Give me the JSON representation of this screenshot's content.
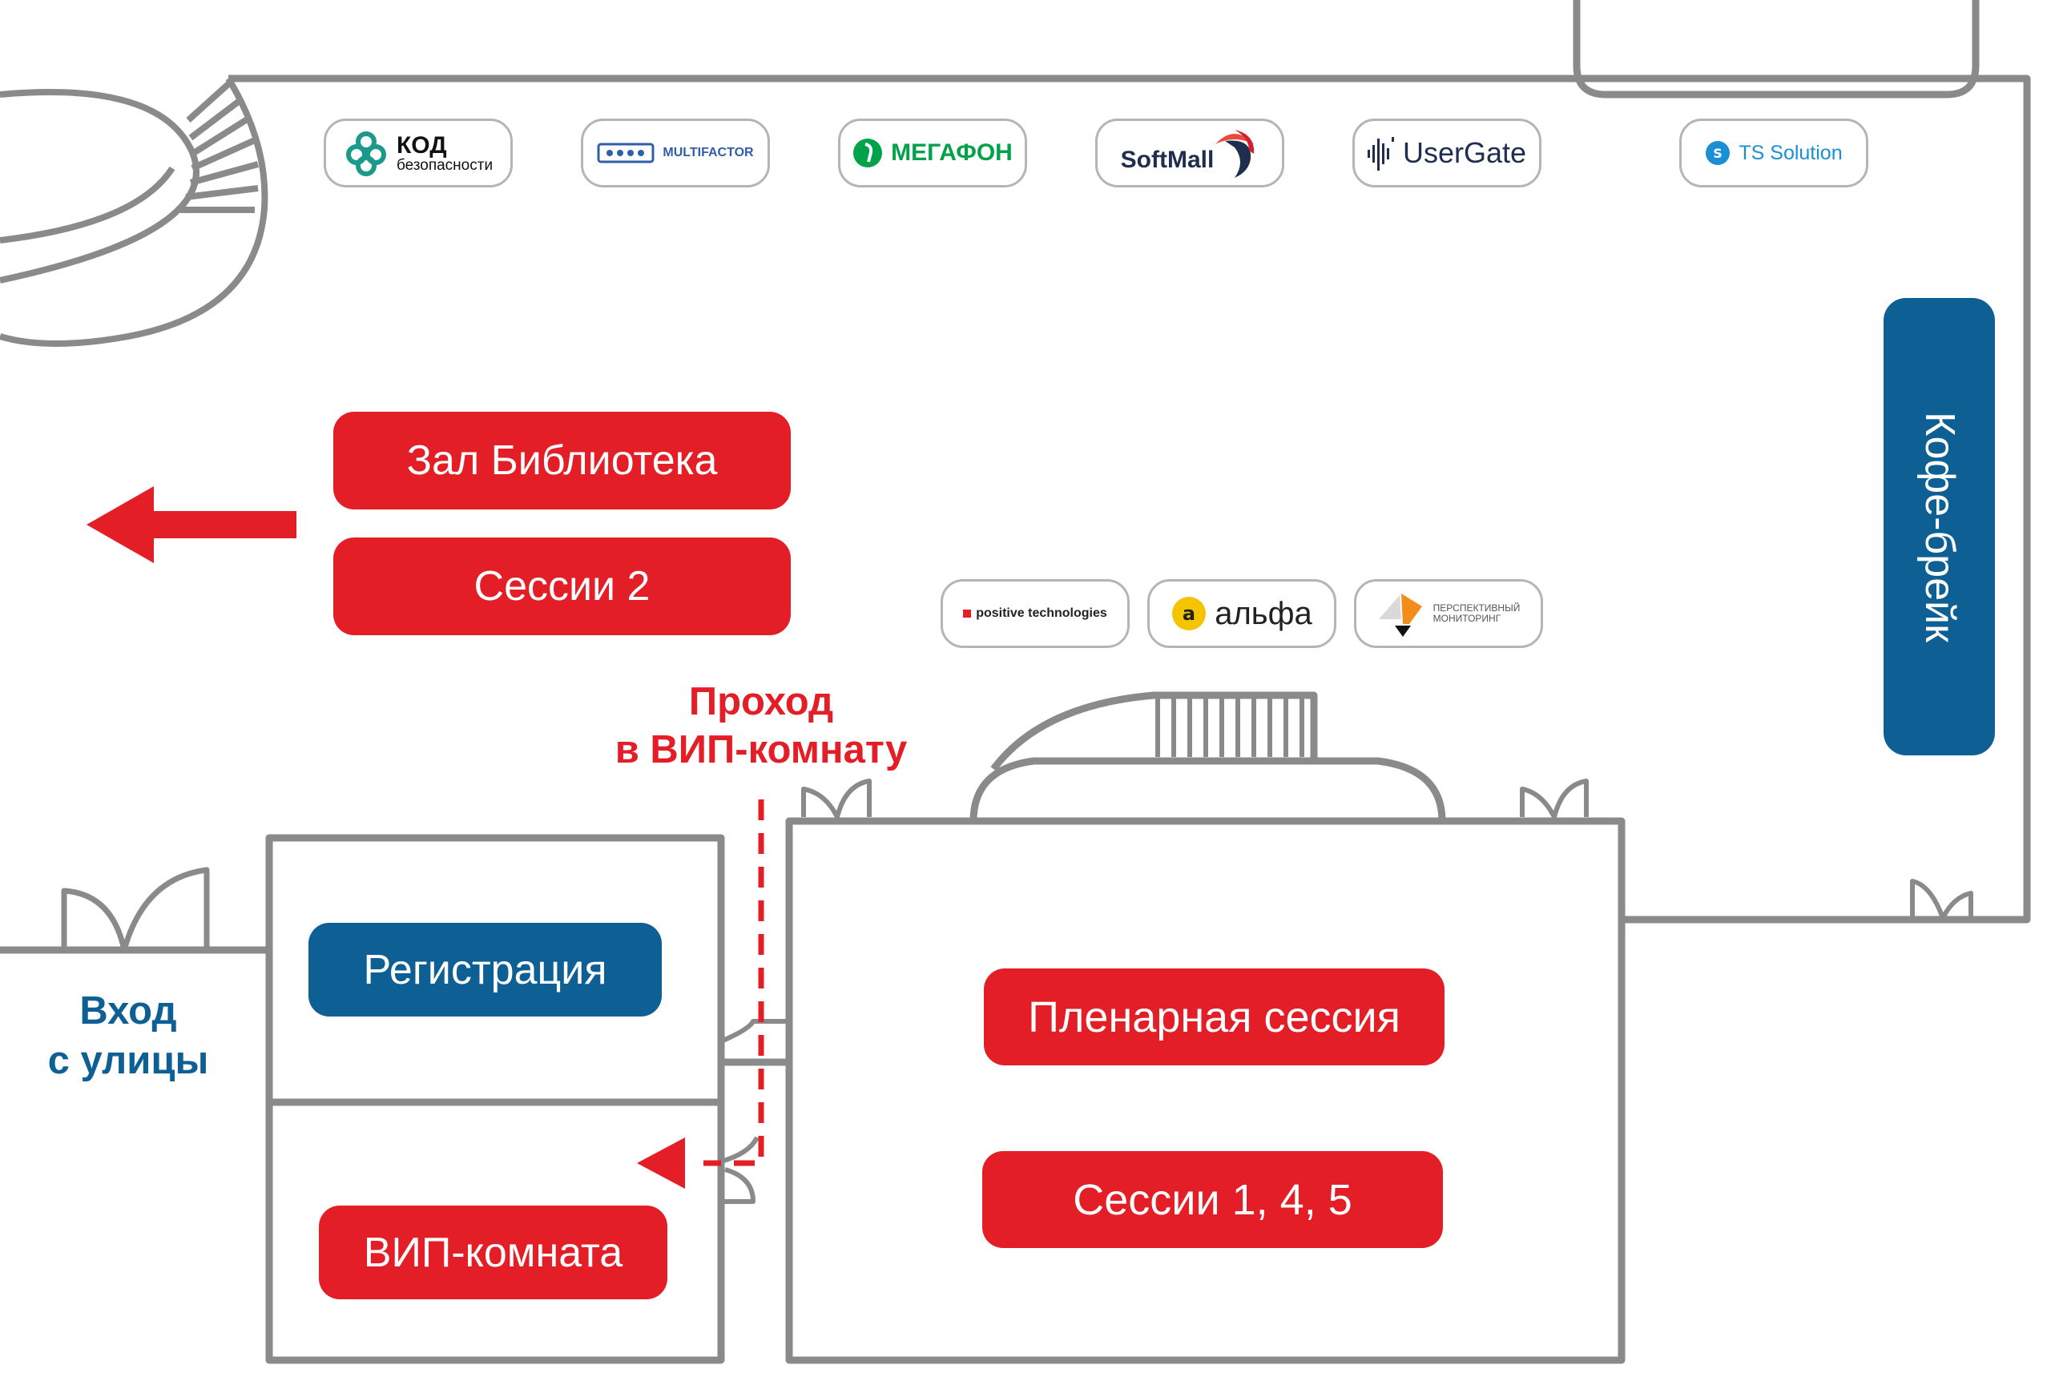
{
  "colors": {
    "red": "#e41e26",
    "blue": "#0e5f93",
    "wall": "#8a8a8a"
  },
  "sponsors": [
    {
      "name": "kod-bezopasnosti",
      "line1": "КОД",
      "line2": "безопасности",
      "icon": "clover-icon",
      "color": "#1a9a8a"
    },
    {
      "name": "multifactor",
      "text": "MULTIFACTOR",
      "icon": "password-dots-icon",
      "color": "#2f5fa8"
    },
    {
      "name": "megafon",
      "text": "МЕГАФОН",
      "icon": "megafon-leaf-icon",
      "color": "#00a34a"
    },
    {
      "name": "softmall",
      "text": "SoftMall",
      "icon": "ribbon-icon",
      "color": "#1f2d4f"
    },
    {
      "name": "usergate",
      "text": "UserGate",
      "icon": "signal-bars-icon",
      "color": "#1f2d4f"
    },
    {
      "name": "ts-solution",
      "text": "TS Solution",
      "icon": "ts-circle-icon",
      "color": "#1a8fd6"
    },
    {
      "name": "positive-technologies",
      "text": "positive technologies",
      "icon": "red-square-icon",
      "color": "#222222"
    },
    {
      "name": "alfa",
      "text": "альфа",
      "icon": "yellow-a-icon",
      "color": "#222222"
    },
    {
      "name": "perspektivny-monitoring",
      "line1": "ПЕРСПЕКТИВНЫЙ",
      "line2": "МОНИТОРИНГ",
      "icon": "orange-flag-icon",
      "color": "#555555"
    }
  ],
  "rooms": {
    "library": "Зал Библиотека",
    "sessions_2": "Сессии 2",
    "coffee_break": "Кофе-брейк",
    "registration": "Регистрация",
    "vip_room": "ВИП-комната",
    "plenary": "Пленарная сессия",
    "sessions_145": "Сессии 1, 4, 5"
  },
  "vip_passage": {
    "line1": "Проход",
    "line2": "в ВИП-комнату"
  },
  "entrance": {
    "line1": "Вход",
    "line2": "с улицы"
  }
}
